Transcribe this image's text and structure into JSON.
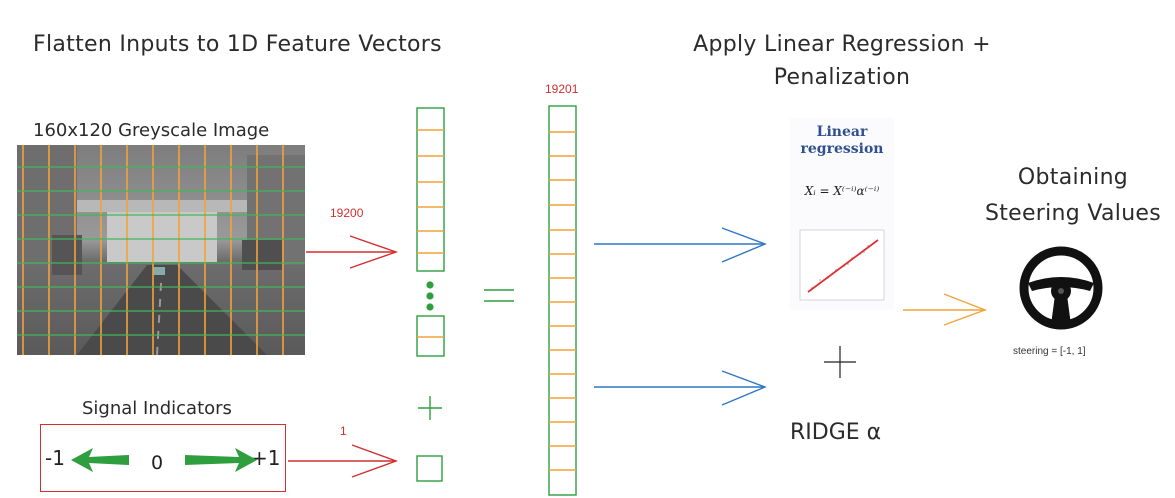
{
  "titles": {
    "flatten": "Flatten Inputs to 1D Feature Vectors",
    "apply_line1": "Apply Linear Regression +",
    "apply_line2": "Penalization",
    "obtaining_line1": "Obtaining",
    "obtaining_line2": "Steering Values"
  },
  "image": {
    "caption": "160x120 Greyscale Image"
  },
  "signal": {
    "caption": "Signal Indicators",
    "left": "-1",
    "center": "0",
    "right": "+1"
  },
  "counts": {
    "image_features": "19200",
    "signal_features": "1",
    "total_features": "19201"
  },
  "ridge": {
    "label": "RIDGE α"
  },
  "thumbnail": {
    "title_line1": "Linear",
    "title_line2": "regression",
    "formula": "Xᵢ = X⁽⁻ⁱ⁾α⁽⁻ⁱ⁾"
  },
  "steering": {
    "caption": "steering = [-1, 1]"
  },
  "colors": {
    "red": "#d32f2f",
    "green": "#2e9e3e",
    "orange": "#f2a23a",
    "blue": "#2f76c4",
    "dark": "#222222"
  }
}
